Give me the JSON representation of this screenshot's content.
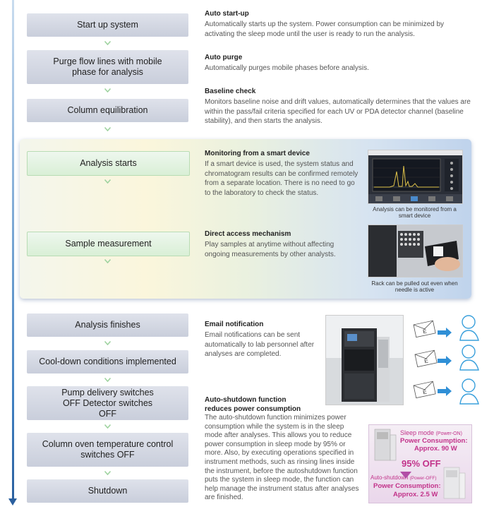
{
  "steps": [
    {
      "label": "Start up system"
    },
    {
      "label": "Purge flow lines with mobile phase for analysis"
    },
    {
      "label": "Column equilibration"
    },
    {
      "label": "Analysis starts"
    },
    {
      "label": "Sample measurement"
    },
    {
      "label": "Analysis finishes"
    },
    {
      "label": "Cool-down conditions implemented"
    },
    {
      "label": "Pump delivery switches OFF Detector switches OFF"
    },
    {
      "label": "Column oven temperature control switches OFF"
    },
    {
      "label": "Shutdown"
    }
  ],
  "features": {
    "auto_startup": {
      "title": "Auto start-up",
      "text": "Automatically starts up the system. Power consumption can be minimized by activating the sleep mode until the user is ready to run the analysis."
    },
    "auto_purge": {
      "title": "Auto purge",
      "text": "Automatically purges mobile phases before analysis."
    },
    "baseline": {
      "title": "Baseline check",
      "text": "Monitors baseline noise and drift values, automatically determines that the values are within the pass/fail criteria specified for each UV or PDA detector channel (baseline stability), and then starts the analysis."
    },
    "smart_device": {
      "title": "Monitoring from a smart device",
      "text": "If a smart device is used, the system status and chromatogram results can be confirmed remotely from a separate location. There is no need to go to the laboratory to check the status.",
      "caption": "Analysis can be monitored from a smart device"
    },
    "direct_access": {
      "title": "Direct access mechanism",
      "text": "Play samples at anytime without affecting ongoing measurements by other analysts.",
      "caption": "Rack can be pulled out even when needle is active"
    },
    "email": {
      "title": "Email notification",
      "text": "Email notifications can be sent automatically to lab personnel after analyses are completed."
    },
    "shutdown": {
      "title": "Auto-shutdown function reduces power consumption",
      "text": "The auto-shutdown function minimizes power consumption while the system is in the sleep mode after analyses. This allows you to reduce power consumption in sleep mode by 95% or more. Also, by executing operations specified in instrument methods, such as rinsing lines inside the instrument, before the autoshutdown function puts the system in sleep mode, the function can help manage the instrument status after analyses are finished."
    }
  },
  "power": {
    "sleep_label": "Sleep mode",
    "sleep_tag": "(Power-ON)",
    "sleep_consumption": "Power Consumption:",
    "sleep_value": "Approx. 90 W",
    "savings": "95% OFF",
    "off_label": "Auto-shutdown",
    "off_tag": "(Power-OFF)",
    "off_consumption": "Power Consumption:",
    "off_value": "Approx. 2.5 W"
  },
  "email_letter": "E",
  "colors": {
    "timeline": "#3f7fc0",
    "step_gray": "#cdd1de",
    "step_green": "#dcefd9",
    "chevron": "#9fd3a0",
    "accent_pink": "#c2328a"
  }
}
